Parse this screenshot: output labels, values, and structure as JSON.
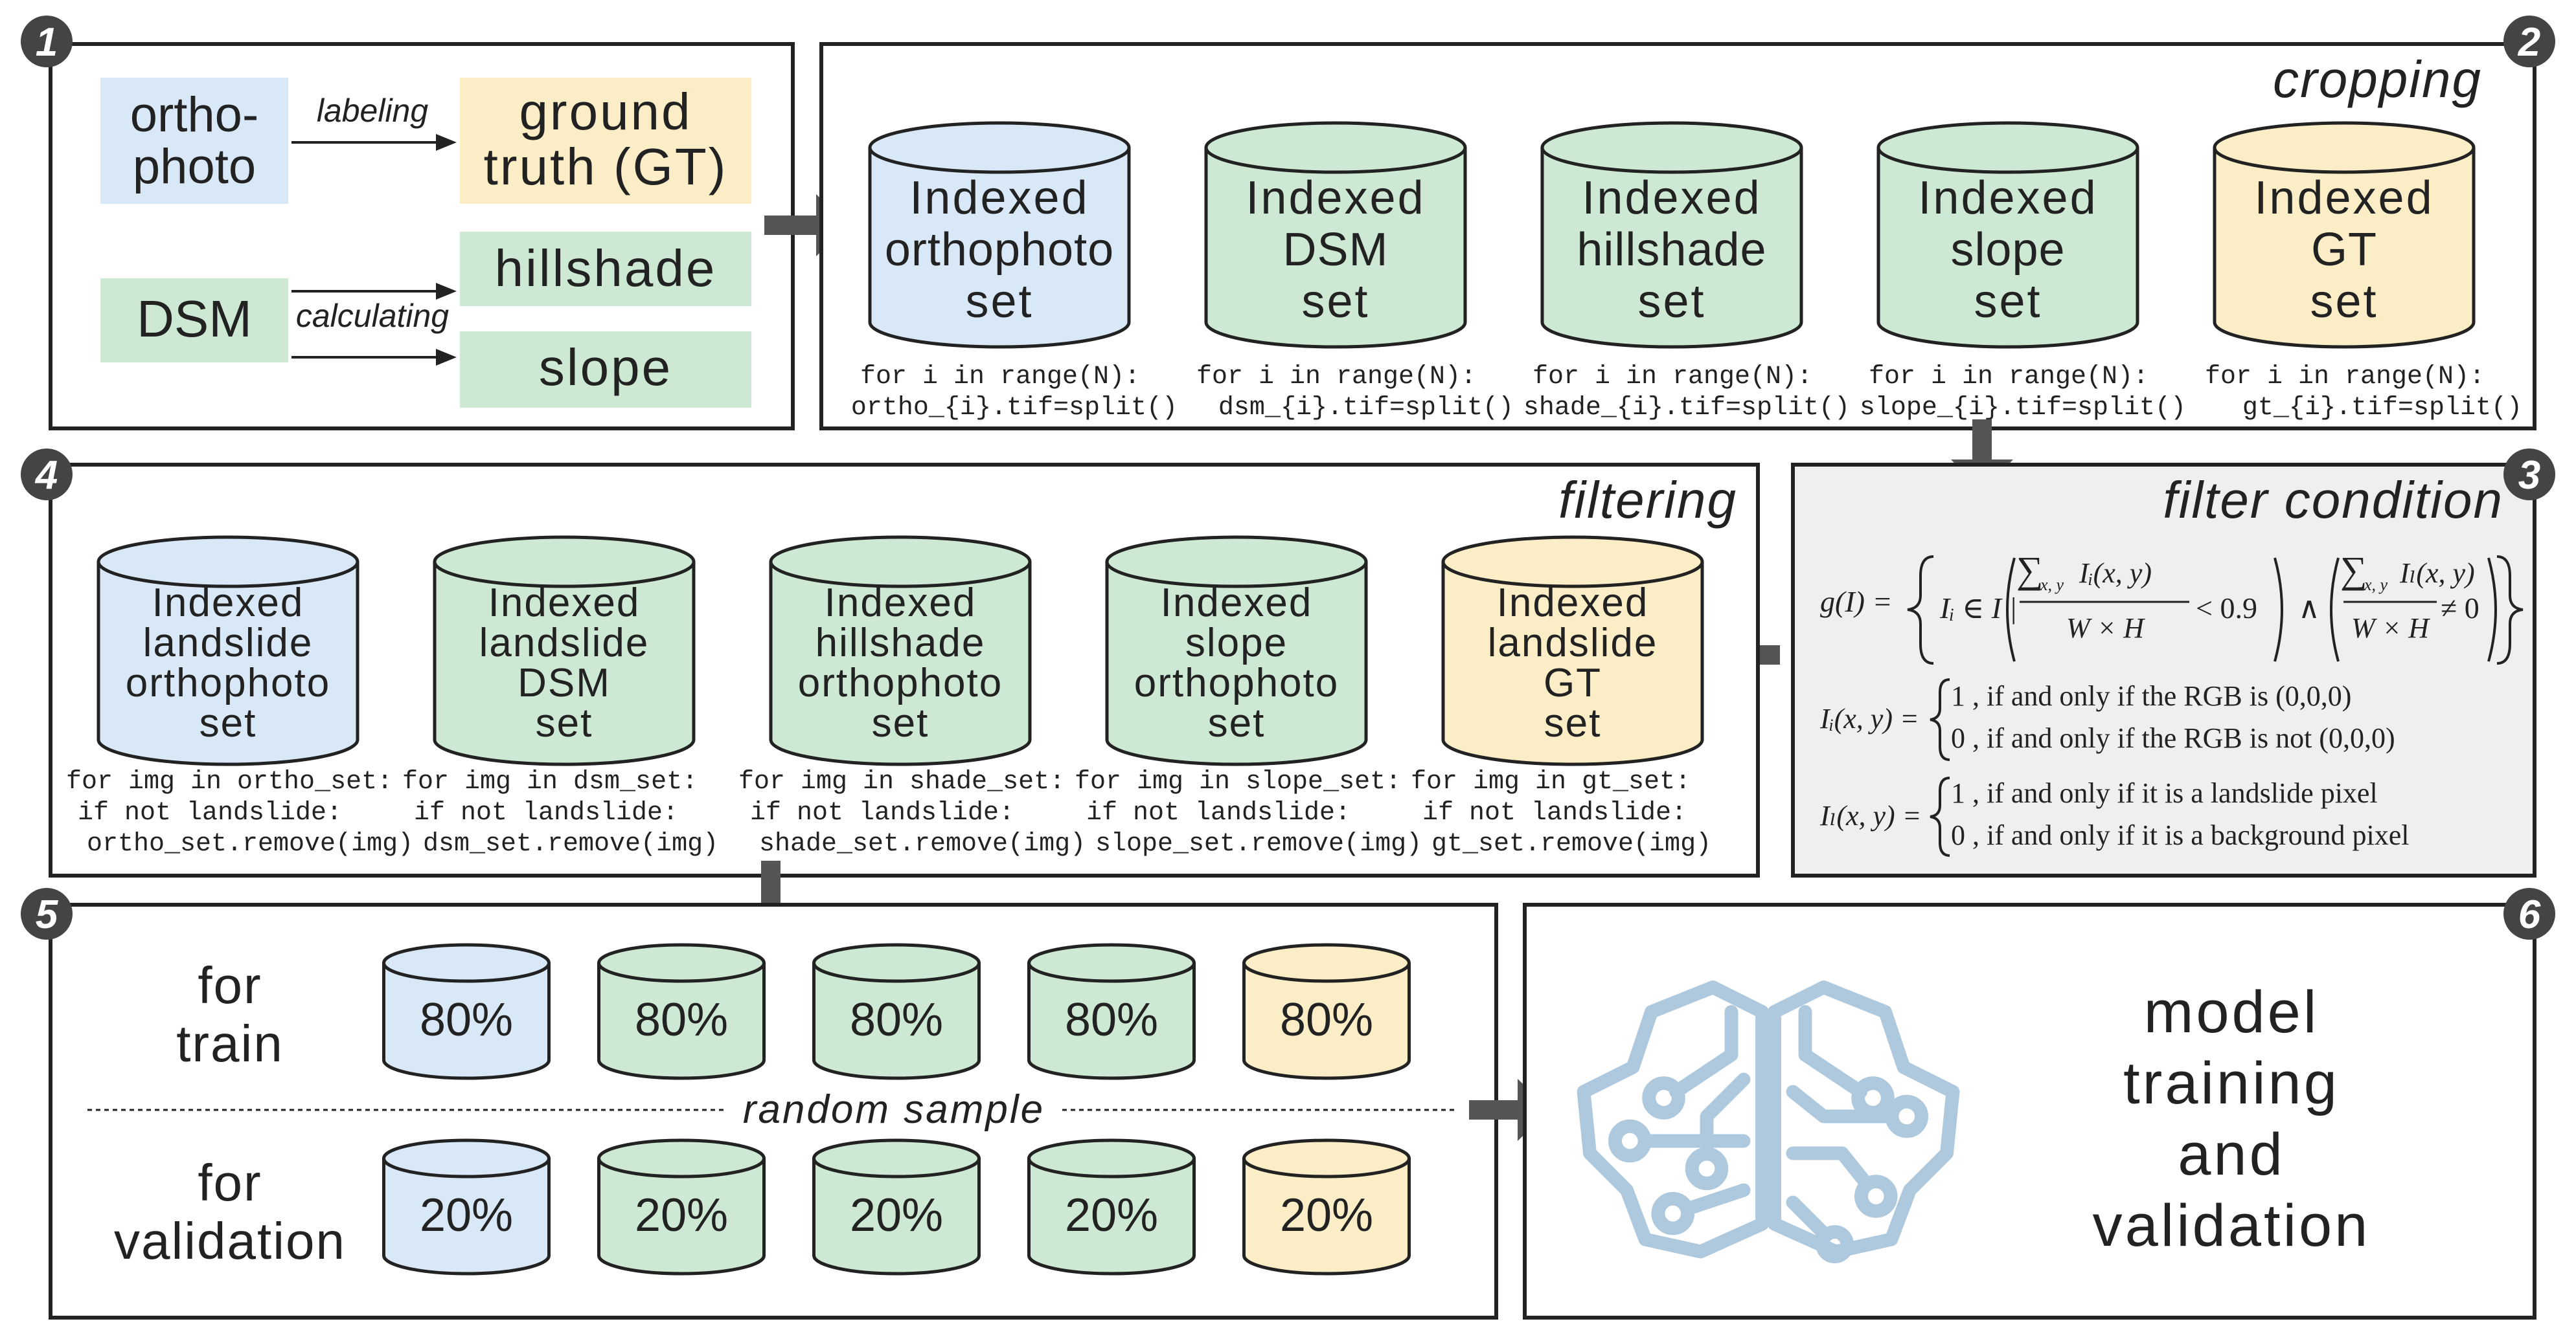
{
  "colors": {
    "blue": "#d9e8f7",
    "green": "#cde8d3",
    "yellow": "#fbeec7",
    "gray_panel": "#efefef",
    "arrow": "#555555",
    "brain": "#aec8dd",
    "badge": "#444444"
  },
  "panel1": {
    "number": "1",
    "ortho_l1": "ortho-",
    "ortho_l2": "photo",
    "gt_l1": "ground",
    "gt_l2": "truth (GT)",
    "dsm": "DSM",
    "hillshade": "hillshade",
    "slope": "slope",
    "labeling": "labeling",
    "calculating": "calculating"
  },
  "panel2": {
    "number": "2",
    "title": "cropping",
    "sets": [
      {
        "l1": "Indexed",
        "l2": "orthophoto",
        "l3": "set",
        "code1": "for i in range(N):",
        "code2": "ortho_{i}.tif=split()"
      },
      {
        "l1": "Indexed",
        "l2": "DSM",
        "l3": "set",
        "code1": "for i in range(N):",
        "code2": "dsm_{i}.tif=split()"
      },
      {
        "l1": "Indexed",
        "l2": "hillshade",
        "l3": "set",
        "code1": "for i in range(N):",
        "code2": "shade_{i}.tif=split()"
      },
      {
        "l1": "Indexed",
        "l2": "slope",
        "l3": "set",
        "code1": "for i in range(N):",
        "code2": "slope_{i}.tif=split()"
      },
      {
        "l1": "Indexed",
        "l2": "GT",
        "l3": "set",
        "code1": "for i in range(N):",
        "code2": "gt_{i}.tif=split()"
      }
    ]
  },
  "panel3": {
    "number": "3",
    "title": "filter condition",
    "eq_g": "g(I) = { Iᵢ ∈ I | ( Σₓ,ᵧ Iᵢ(x, y) / (W×H) < 0.9 ) ∧ ( Σₓ,ᵧ Iₗ(x, y) / (W×H) ≠ 0 ) }",
    "eq_i_name": "Iᵢ(x, y) =",
    "eq_i_case1": "1 , if and only if the RGB is (0,0,0)",
    "eq_i_case2": "0 , if and only if the RGB is not (0,0,0)",
    "eq_l_name": "Iₗ(x, y) =",
    "eq_l_case1": "1 , if and only if it is a landslide pixel",
    "eq_l_case2": "0 , if and only if it is a background pixel"
  },
  "panel4": {
    "number": "4",
    "title": "filtering",
    "sets": [
      {
        "lines": [
          "Indexed",
          "landslide",
          "orthophoto",
          "set"
        ],
        "code1": "for img in ortho_set:",
        "code2": "if not landslide:",
        "code3": "ortho_set.remove(img)"
      },
      {
        "lines": [
          "Indexed",
          "landslide",
          "DSM",
          "set"
        ],
        "code1": "for img in dsm_set:",
        "code2": "if not landslide:",
        "code3": "dsm_set.remove(img)"
      },
      {
        "lines": [
          "Indexed",
          "hillshade",
          "orthophoto",
          "set"
        ],
        "code1": "for img in shade_set:",
        "code2": "if not landslide:",
        "code3": "shade_set.remove(img)"
      },
      {
        "lines": [
          "Indexed",
          "slope",
          "orthophoto",
          "set"
        ],
        "code1": "for img in slope_set:",
        "code2": "if not landslide:",
        "code3": "slope_set.remove(img)"
      },
      {
        "lines": [
          "Indexed",
          "landslide",
          "GT",
          "set"
        ],
        "code1": "for img in gt_set:",
        "code2": "if not landslide:",
        "code3": "gt_set.remove(img)"
      }
    ]
  },
  "panel5": {
    "number": "5",
    "train_l1": "for",
    "train_l2": "train",
    "val_l1": "for",
    "val_l2": "validation",
    "random_sample": "random sample",
    "train_pcts": [
      "80%",
      "80%",
      "80%",
      "80%",
      "80%"
    ],
    "val_pcts": [
      "20%",
      "20%",
      "20%",
      "20%",
      "20%"
    ]
  },
  "panel6": {
    "number": "6",
    "l1": "model",
    "l2": "training",
    "l3": "and",
    "l4": "validation"
  }
}
